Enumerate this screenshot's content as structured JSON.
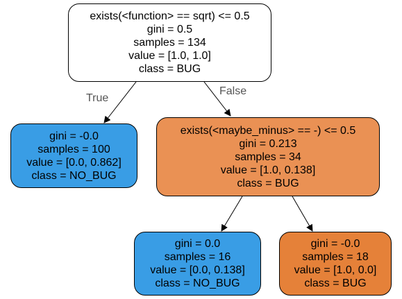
{
  "colors": {
    "bug_strong": "#e58139",
    "bug_light": "#ea9154",
    "bug_white": "#ffffff",
    "no_bug_strong": "#399de5",
    "edge": "#000000"
  },
  "edges": {
    "true_label": "True",
    "false_label": "False"
  },
  "nodes": [
    {
      "id": "root",
      "lines": [
        "exists(<function> == sqrt) <= 0.5",
        "gini = 0.5",
        "samples = 134",
        "value = [1.0, 1.0]",
        "class = BUG"
      ],
      "fill": "#ffffff"
    },
    {
      "id": "left",
      "lines": [
        "gini = -0.0",
        "samples = 100",
        "value = [0.0, 0.862]",
        "class = NO_BUG"
      ],
      "fill": "#399de5"
    },
    {
      "id": "right",
      "lines": [
        "exists(<maybe_minus> == -) <= 0.5",
        "gini = 0.213",
        "samples = 34",
        "value = [1.0, 0.138]",
        "class = BUG"
      ],
      "fill": "#ea9154"
    },
    {
      "id": "right-left",
      "lines": [
        "gini = 0.0",
        "samples = 16",
        "value = [0.0, 0.138]",
        "class = NO_BUG"
      ],
      "fill": "#399de5"
    },
    {
      "id": "right-right",
      "lines": [
        "gini = -0.0",
        "samples = 18",
        "value = [1.0, 0.0]",
        "class = BUG"
      ],
      "fill": "#e58139"
    }
  ]
}
